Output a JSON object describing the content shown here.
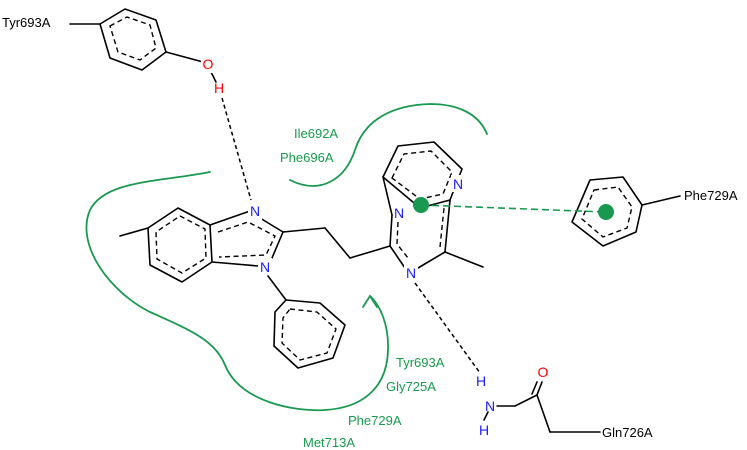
{
  "colors": {
    "bond": "#000000",
    "nitrogen": "#1a1aff",
    "oxygen": "#ff0000",
    "hydrophobic": "#19994f"
  },
  "labels": {
    "tyr693_top": "Tyr693A",
    "phe729_right": "Phe729A",
    "gln726": "Gln726A",
    "hydrophobic_top": [
      "Ile692A",
      "Phe696A"
    ],
    "hydrophobic_bottom": [
      "Tyr693A",
      "Gly725A",
      "Phe729A",
      "Met713A"
    ]
  },
  "atoms": {
    "O": "O",
    "H": "H",
    "N": "N"
  }
}
